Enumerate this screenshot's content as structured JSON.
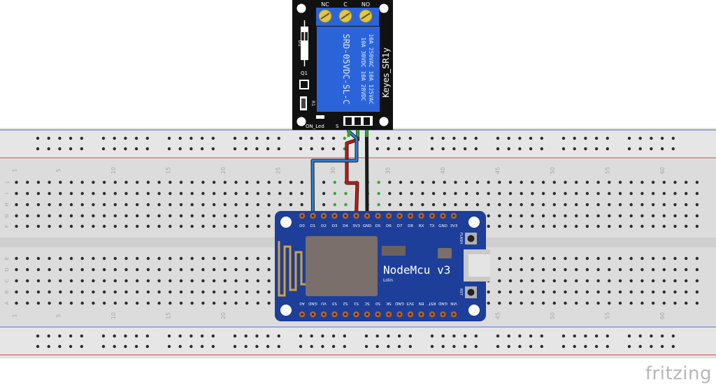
{
  "app": {
    "watermark": "fritzing"
  },
  "breadboard": {
    "column_numbers": [
      "1",
      "5",
      "10",
      "15",
      "20",
      "25",
      "30",
      "35",
      "40",
      "45",
      "50",
      "55",
      "60"
    ],
    "top_row_letters": [
      "J",
      "I",
      "H",
      "G",
      "F"
    ],
    "bottom_row_letters": [
      "E",
      "D",
      "C",
      "B",
      "A"
    ]
  },
  "relay": {
    "name": "Keyes_SR1y",
    "terminals": [
      "NC",
      "C",
      "NO"
    ],
    "rating_lines": [
      "10A 250VAC 10A 125VAC",
      "10A 30VDC 10A 28VDC"
    ],
    "model": "SRD-05VDC-SL-C",
    "d1": "D1",
    "q1": "Q1",
    "r1": "R1",
    "on_led": "ON_Led",
    "s_label": "S"
  },
  "nodemcu": {
    "title": "NodeMcu v3",
    "subtitle": "Lolin",
    "flash": "FLASH",
    "rst": "RST",
    "top_pins": [
      "D0",
      "D1",
      "D2",
      "D3",
      "D4",
      "3V3",
      "GND",
      "D5",
      "D6",
      "D7",
      "D8",
      "RX",
      "TX",
      "GND",
      "3V3"
    ],
    "bottom_pins": [
      "A0",
      "GND",
      "VU",
      "S3",
      "S2",
      "S1",
      "SC",
      "S0",
      "SK",
      "GND",
      "3V3",
      "EN",
      "RST",
      "GND",
      "VIN"
    ]
  },
  "wires": [
    {
      "from": "relay.-",
      "to": "nodemcu.GND",
      "color": "#1a1a1a"
    },
    {
      "from": "relay.+",
      "to": "nodemcu.3V3",
      "color": "#d01616"
    },
    {
      "from": "relay.S",
      "to": "nodemcu.D1",
      "color": "#2f7fd0"
    }
  ],
  "colors": {
    "board_blue": "#1d3e99",
    "relay_blue": "#2b64d8",
    "wire_black": "#1a1a1a",
    "wire_red": "#d01616",
    "wire_blue": "#2f7fd0",
    "rail_red": "#d84040",
    "rail_blue": "#4a64d8"
  }
}
